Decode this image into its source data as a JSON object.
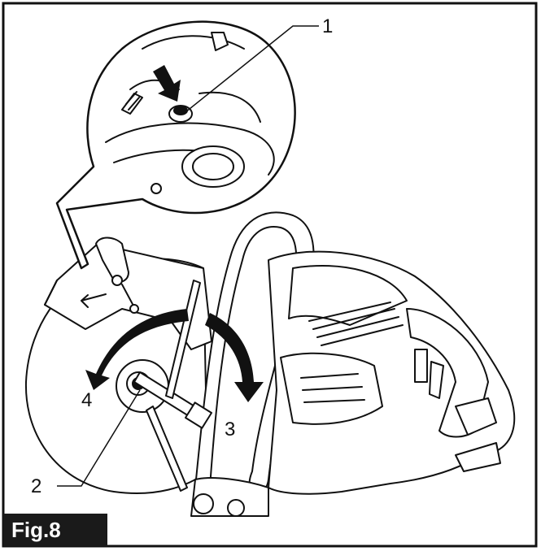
{
  "callouts": [
    {
      "label": "1"
    },
    {
      "label": "2"
    },
    {
      "label": "3"
    },
    {
      "label": "4"
    }
  ],
  "figure_label": "Fig.8",
  "colors": {
    "ink": "#111111",
    "badge_bg": "#1a1a1a",
    "badge_text": "#ffffff",
    "paper": "#ffffff"
  }
}
